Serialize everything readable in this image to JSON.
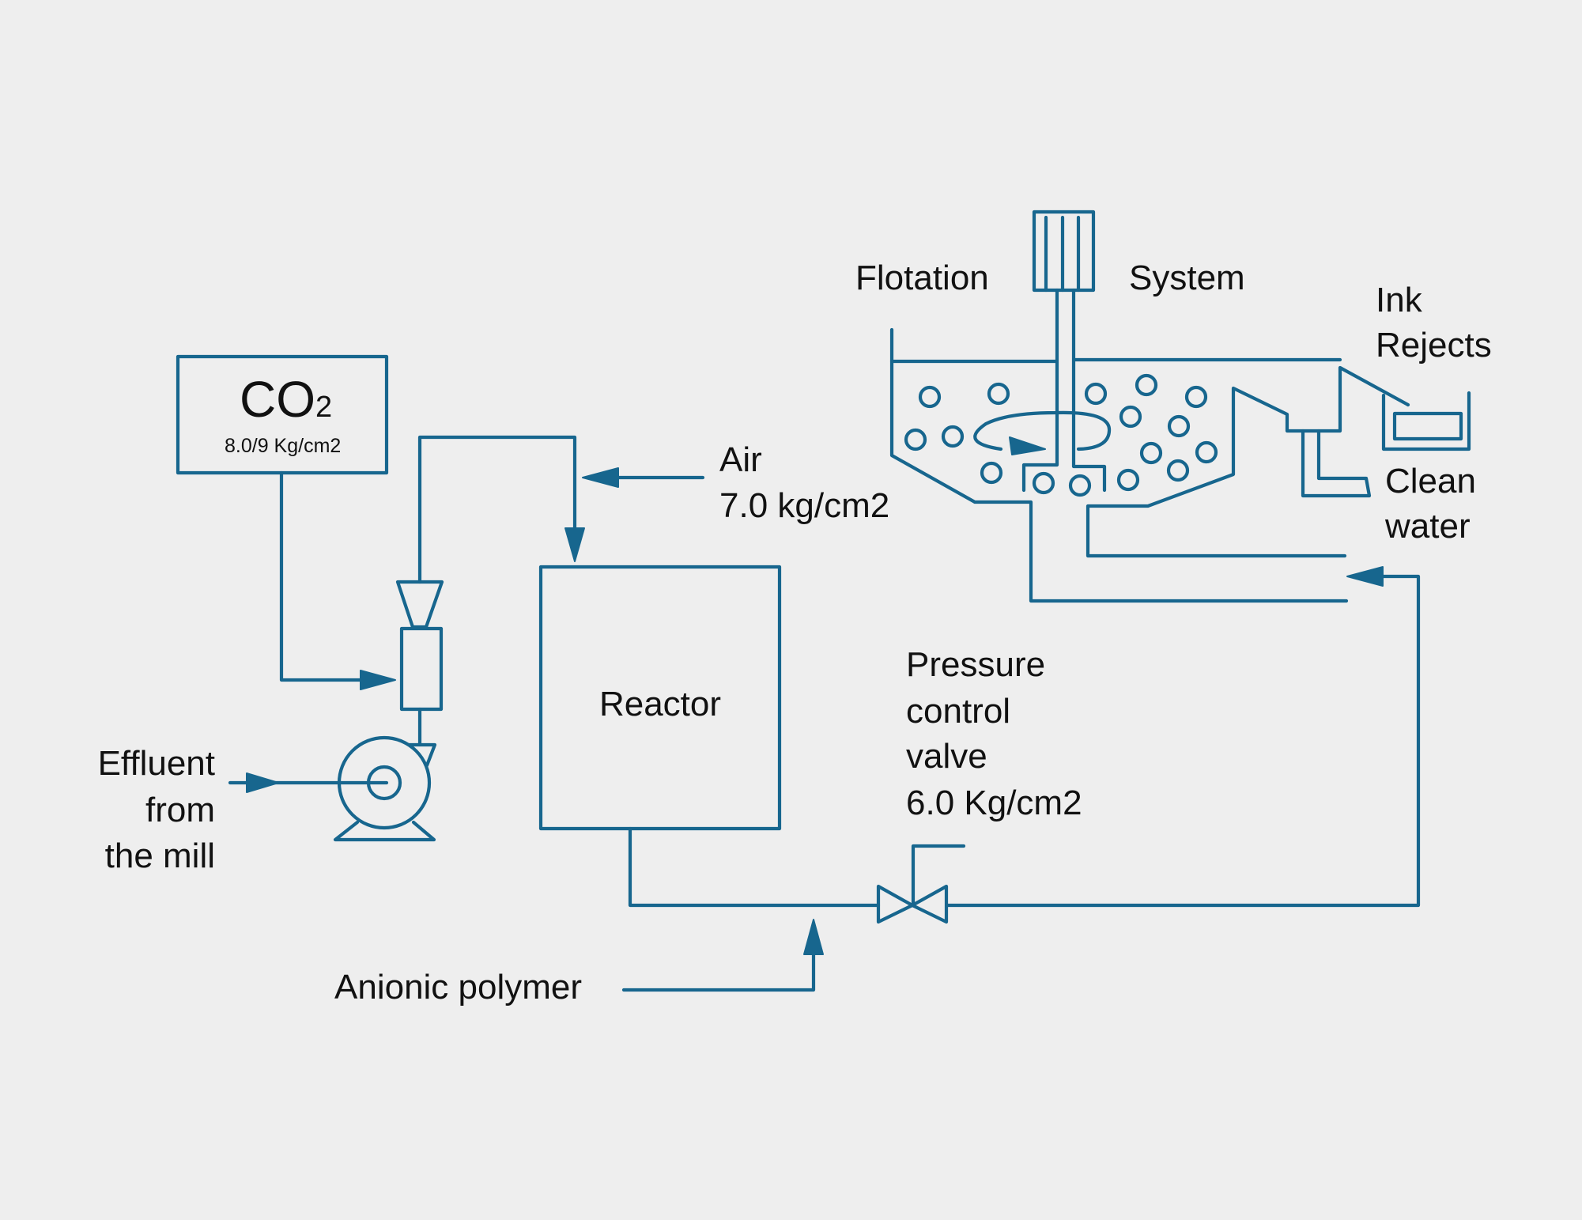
{
  "diagram": {
    "title": "Flotation System",
    "colors": {
      "line": "#17668e",
      "background": "#eeeeee",
      "text": "#111111"
    },
    "co2": {
      "label": "CO",
      "subscript": "2",
      "pressure": "8.0/9 Kg/cm2"
    },
    "air": {
      "line1": "Air",
      "line2": "7.0 kg/cm2"
    },
    "reactor": {
      "label": "Reactor"
    },
    "effluent": {
      "line1": "Effluent",
      "line2": "from",
      "line3": "the mill"
    },
    "valve": {
      "line1": "Pressure",
      "line2": "control",
      "line3": "valve",
      "line4": "6.0 Kg/cm2"
    },
    "polymer": {
      "label": "Anionic polymer"
    },
    "flotation": {
      "left": "Flotation",
      "right": "System"
    },
    "ink_rejects": {
      "line1": "Ink",
      "line2": "Rejects"
    },
    "clean_water": {
      "line1": "Clean",
      "line2": "water"
    },
    "icons": {
      "pump": "centrifugal-pump-icon",
      "mixer": "venturi-mixer-icon",
      "motor": "agitator-motor-icon",
      "valve": "control-valve-icon",
      "bubbles": "air-bubble-icon"
    }
  }
}
